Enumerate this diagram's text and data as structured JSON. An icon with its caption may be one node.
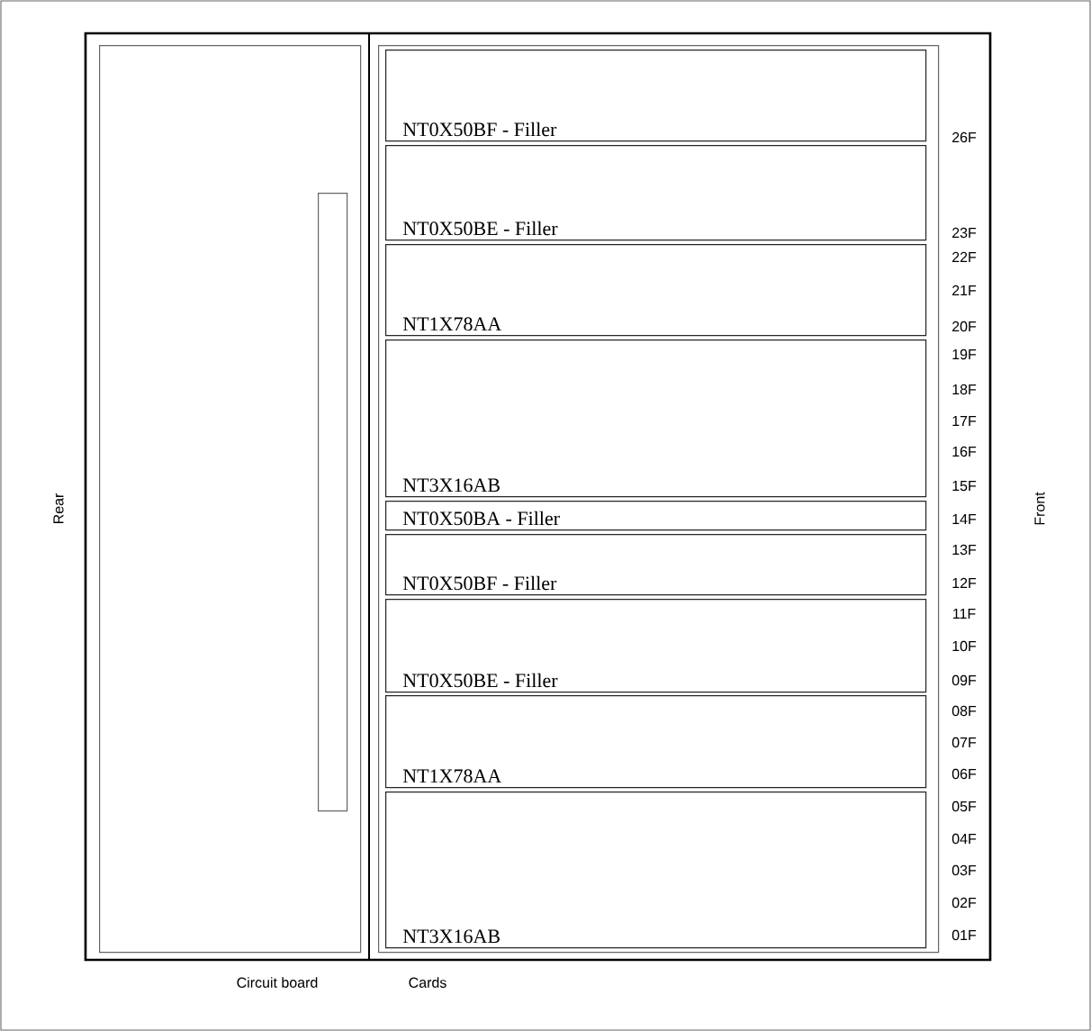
{
  "diagram": {
    "nodes": [
      {
        "text": [
          "Circuit board"
        ]
      },
      {
        "text": [],
        "shape": "box",
        "in": 0
      },
      {
        "text": [
          "Cards"
        ]
      },
      {
        "text": [
          "NT0X50BF - Filler"
        ],
        "in": 2
      },
      {
        "text": [
          "NT0X50BE - Filler"
        ],
        "in": 2
      },
      {
        "text": [
          "NT1X78AA"
        ],
        "in": 2
      },
      {
        "text": [
          "NT3X16AB"
        ],
        "in": 2
      },
      {
        "text": [
          "NT0X50BA - Filler"
        ],
        "in": 2
      },
      {
        "text": [
          "NT0X50BF - Filler"
        ],
        "in": 2
      },
      {
        "text": [
          "NT0X50BE - Filler"
        ],
        "in": 2
      },
      {
        "text": [
          "NT1X78AA"
        ],
        "in": 2
      },
      {
        "text": [
          "NT3X16AB"
        ],
        "in": 2
      }
    ],
    "labels": [
      "Rear",
      "Front",
      "26F",
      "23F",
      "22F",
      "21F",
      "20F",
      "19F",
      "18F",
      "17F",
      "16F",
      "15F",
      "14F",
      "13F",
      "12F",
      "11F",
      "10F",
      "09F",
      "08F",
      "07F",
      "06F",
      "05F",
      "04F",
      "03F",
      "02F",
      "01F"
    ]
  }
}
